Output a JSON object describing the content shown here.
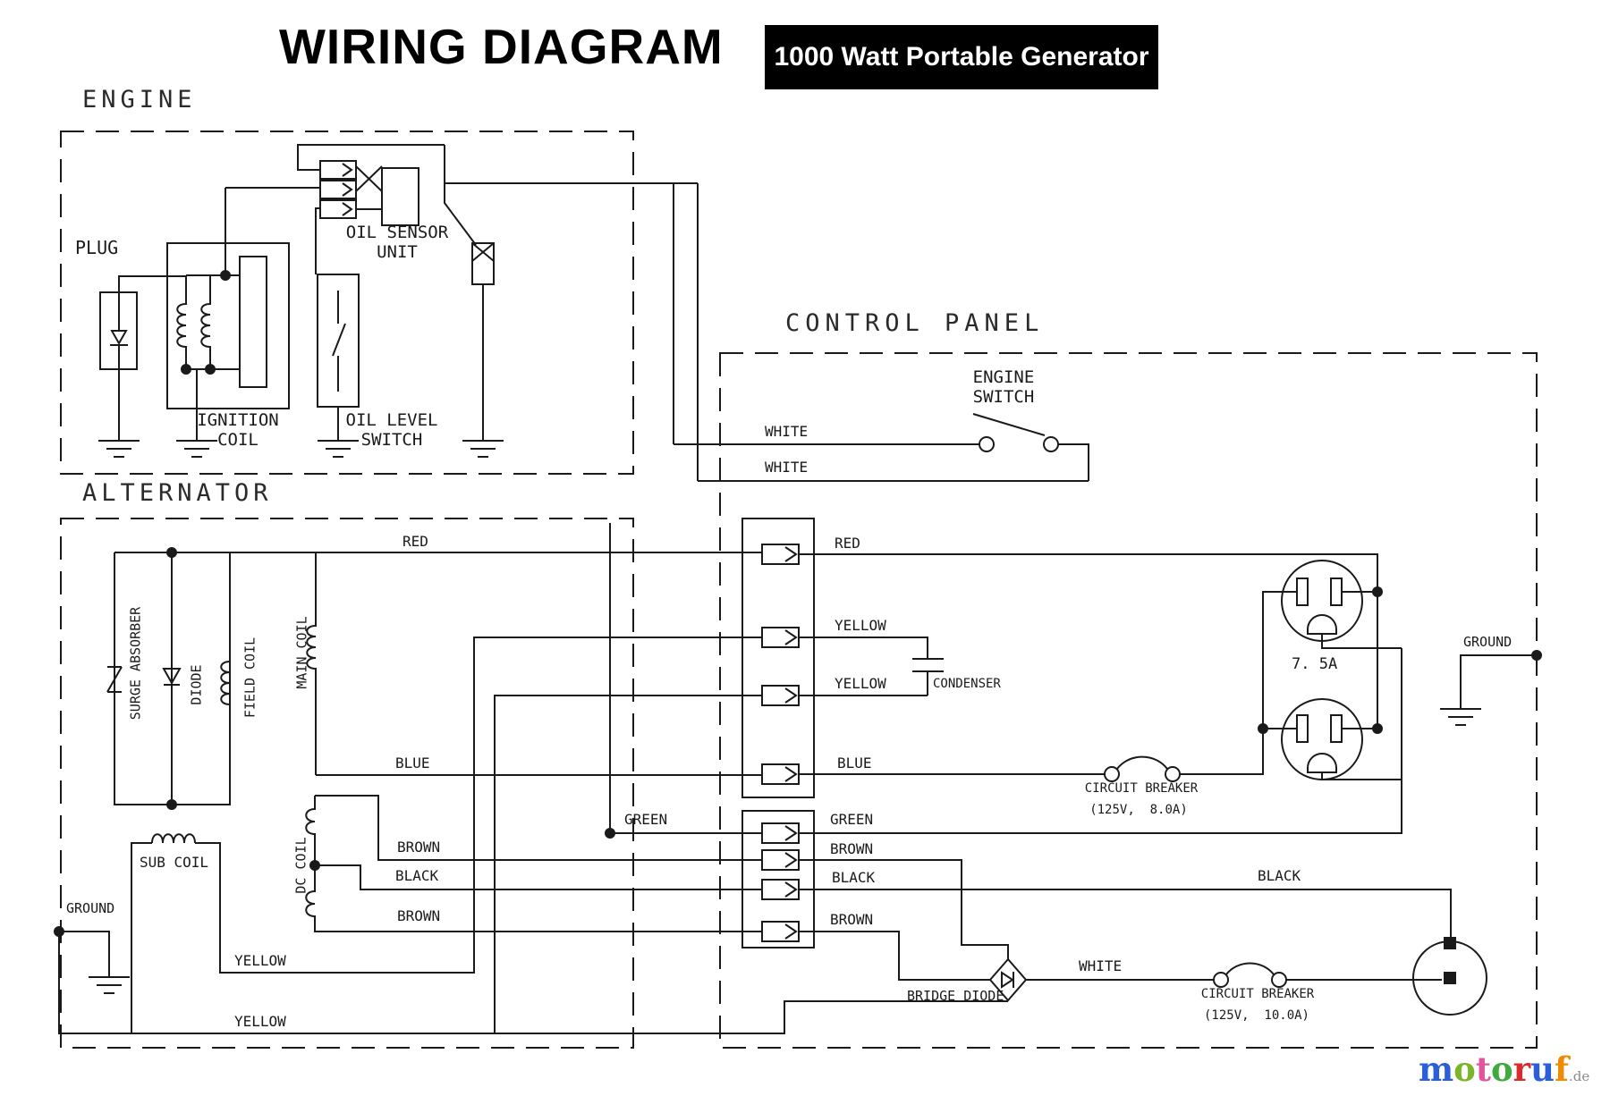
{
  "title": "WIRING DIAGRAM",
  "badge": "1000 Watt Portable Generator",
  "sections": {
    "engine": "ENGINE",
    "alternator": "ALTERNATOR",
    "control_panel": "CONTROL PANEL"
  },
  "components": {
    "plug": "PLUG",
    "oil_sensor_line1": "OIL SENSOR",
    "oil_sensor_line2": "UNIT",
    "ignition_line1": "IGNITION",
    "ignition_line2": "COIL",
    "oil_level_line1": "OIL LEVEL",
    "oil_level_line2": "SWITCH",
    "engine_switch_line1": "ENGINE",
    "engine_switch_line2": "SWITCH",
    "surge_absorber": "SURGE ABSORBER",
    "diode": "DIODE",
    "field_coil": "FIELD COIL",
    "main_coil": "MAIN COIL",
    "sub_coil": "SUB COIL",
    "dc_coil": "DC COIL",
    "condenser": "CONDENSER",
    "bridge_diode": "BRIDGE DIODE",
    "breaker1_name": "CIRCUIT BREAKER",
    "breaker1_rating": "(125V,  8.0A)",
    "breaker2_name": "CIRCUIT BREAKER",
    "breaker2_rating": "(125V,  10.0A)",
    "receptacle_rating": "7. 5A",
    "ground_left": "GROUND",
    "ground_right": "GROUND"
  },
  "wire_labels": {
    "white_top": "WHITE",
    "white_bottom": "WHITE",
    "red_left": "RED",
    "red_right": "RED",
    "yellow_mid_right": "YELLOW",
    "yellow_low_right": "YELLOW",
    "blue_left": "BLUE",
    "blue_right": "BLUE",
    "green_left": "GREEN",
    "green_right": "GREEN",
    "brown1_left": "BROWN",
    "brown1_right": "BROWN",
    "black_left": "BLACK",
    "black_right": "BLACK",
    "brown2_left": "BROWN",
    "brown2_right": "BROWN",
    "black_far_right": "BLACK",
    "yellow_bottom1": "YELLOW",
    "yellow_bottom2": "YELLOW",
    "white_dc": "WHITE"
  },
  "colors": {
    "line": "#1a1a1a",
    "badge_bg": "#000000",
    "badge_text": "#ffffff"
  },
  "logo": {
    "letters": [
      {
        "ch": "m",
        "color": "#2b5fd9"
      },
      {
        "ch": "o",
        "color": "#7ab52a"
      },
      {
        "ch": "t",
        "color": "#e0559c"
      },
      {
        "ch": "o",
        "color": "#3faa3f"
      },
      {
        "ch": "r",
        "color": "#d92b2b"
      },
      {
        "ch": "u",
        "color": "#2b5fd9"
      },
      {
        "ch": "f",
        "color": "#f08a00"
      }
    ],
    "suffix": ".de"
  }
}
